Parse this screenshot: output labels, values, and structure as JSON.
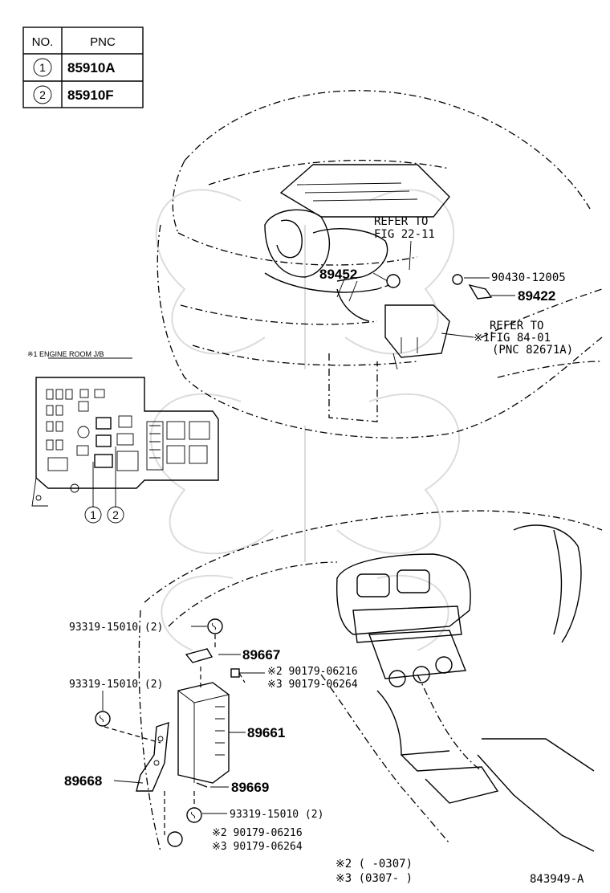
{
  "table": {
    "headers": [
      "NO.",
      "PNC"
    ],
    "rows": [
      {
        "no": "1",
        "pnc": "85910A"
      },
      {
        "no": "2",
        "pnc": "85910F"
      }
    ]
  },
  "jb_title": "※1 ENGINE ROOM J/B",
  "callouts": {
    "refer_22_11_line1": "REFER TO",
    "refer_22_11_line2": "FIG 22-11",
    "p89452": "89452",
    "p90430": "90430-12005",
    "p89422": "89422",
    "refer_84_01_line1": "REFER TO",
    "refer_84_01_line2": "※1FIG 84-01",
    "refer_84_01_line3": "(PNC 82671A)",
    "p93319_a": "93319-15010 (2)",
    "p89667": "89667",
    "p2_90179_a": "※2 90179-06216",
    "p3_90179_a": "※3 90179-06264",
    "p93319_b": "93319-15010 (2)",
    "p89661": "89661",
    "p89668": "89668",
    "p89669": "89669",
    "p93319_c": "93319-15010 (2)",
    "p2_90179_b": "※2 90179-06216",
    "p3_90179_b": "※3 90179-06264",
    "jb_num1": "1",
    "jb_num2": "2"
  },
  "notes": {
    "n2": "※2 (      -0307)",
    "n3": "※3 (0307-      )"
  },
  "figure_id": "843949-A",
  "watermark_icon": "butterfly-watermark-icon"
}
